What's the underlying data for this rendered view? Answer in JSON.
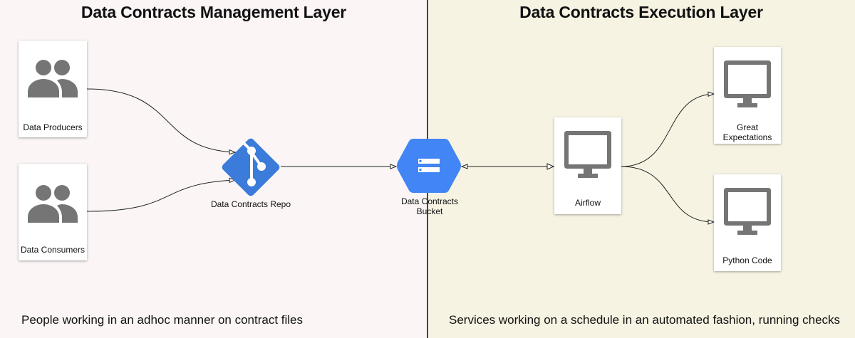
{
  "management_layer": {
    "title": "Data Contracts Management Layer",
    "caption": "People working in an adhoc manner on contract files"
  },
  "execution_layer": {
    "title": "Data Contracts Execution Layer",
    "caption": "Services working on a schedule in an automated fashion, running checks"
  },
  "nodes": {
    "producers": {
      "label": "Data Producers",
      "icon": "people-icon"
    },
    "consumers": {
      "label": "Data Consumers",
      "icon": "people-icon"
    },
    "repo": {
      "label": "Data Contracts Repo",
      "icon": "git-icon"
    },
    "bucket": {
      "label_line1": "Data Contracts",
      "label_line2": "Bucket",
      "icon": "storage-bucket-icon"
    },
    "airflow": {
      "label": "Airflow",
      "icon": "monitor-icon"
    },
    "great_expectations": {
      "label_line1": "Great",
      "label_line2": "Expectations",
      "icon": "monitor-icon"
    },
    "python_code": {
      "label": "Python Code",
      "icon": "monitor-icon"
    }
  },
  "colors": {
    "management_bg": "#fbf5f5",
    "execution_bg": "#f7f3e3",
    "divider": "#3a4660",
    "icon_gray": "#757575",
    "google_blue": "#4285f4",
    "git_blue": "#3b7bd9"
  }
}
